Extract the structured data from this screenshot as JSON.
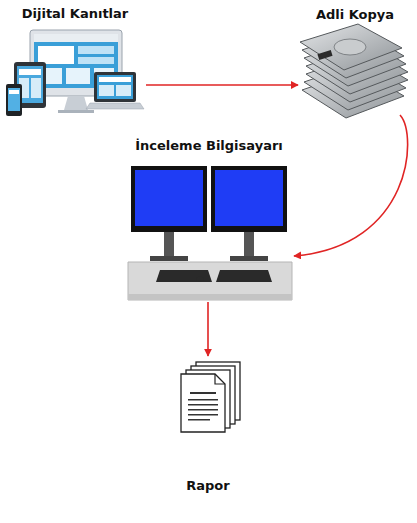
{
  "diagram": {
    "nodes": [
      {
        "text": [
          "Dijital Kanıtlar"
        ]
      },
      {
        "text": [
          "Adli Kopya"
        ]
      },
      {
        "text": [
          "İnceleme Bilgisayarı"
        ]
      },
      {
        "text": [
          "Rapor"
        ]
      }
    ],
    "edges": [
      {
        "from": 0,
        "to": 1,
        "arrow": "to"
      },
      {
        "from": 1,
        "to": 2,
        "arrow": "to"
      },
      {
        "from": 2,
        "to": 3,
        "arrow": "to"
      }
    ]
  }
}
